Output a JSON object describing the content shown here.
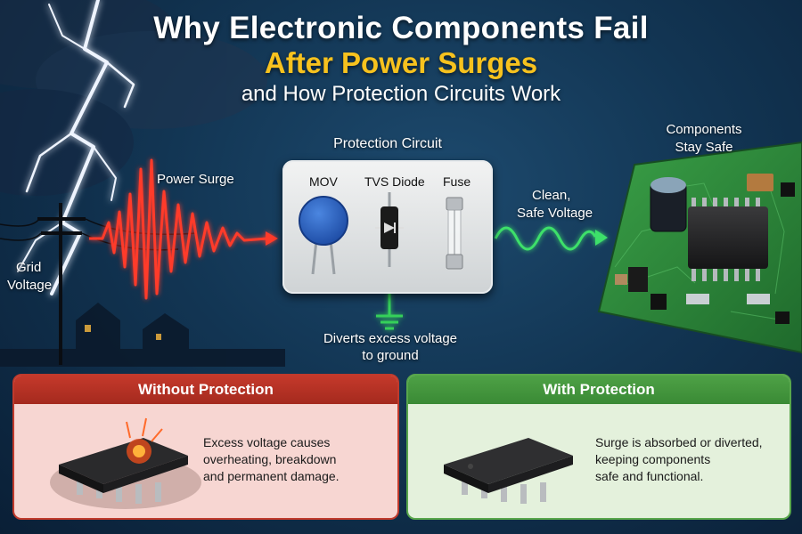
{
  "title": {
    "line1": "Why Electronic Components  Fail",
    "line2": "After Power Surges",
    "line3": "and How Protection Circuits Work"
  },
  "labels": {
    "power_surge": "Power Surge",
    "grid_voltage_1": "Grid",
    "grid_voltage_2": "Voltage",
    "protection_circuit": "Protection Circuit",
    "clean_1": "Clean,",
    "clean_2": "Safe Voltage",
    "stay_safe_1": "Components",
    "stay_safe_2": "Stay Safe",
    "diverts_1": "Diverts excess voltage",
    "diverts_2": "to ground"
  },
  "components": {
    "mov": "MOV",
    "tvs": "TVS Diode",
    "fuse": "Fuse"
  },
  "panels": {
    "without": {
      "title": "Without Protection",
      "lines": [
        "Excess voltage causes",
        "overheating, breakdown",
        "and permanent damage."
      ]
    },
    "with": {
      "title": "With Protection",
      "lines": [
        "Surge is absorbed or diverted,",
        "keeping components",
        "safe and functional."
      ]
    }
  },
  "colors": {
    "title_accent": "#f7c21e",
    "surge_wave": "#ff3b2a",
    "clean_wave": "#3ee06a",
    "ground": "#34d05a",
    "pcb": "#2f8a3a"
  }
}
